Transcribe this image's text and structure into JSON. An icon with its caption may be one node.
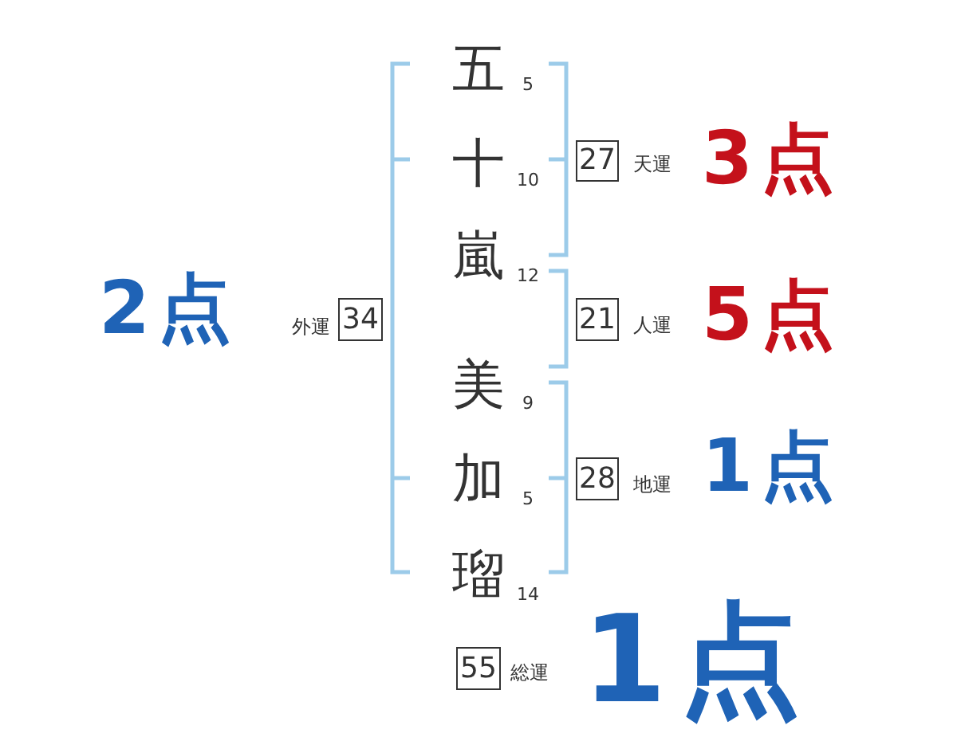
{
  "diagram": {
    "nodes": [
      {
        "text": [
          "27"
        ],
        "beside": [
          "天運",
          "3点"
        ]
      },
      {
        "text": [
          "34"
        ],
        "beside": [
          "外運",
          "2点"
        ]
      },
      {
        "text": [
          "21"
        ],
        "beside": [
          "人運",
          "5点"
        ]
      },
      {
        "text": [
          "28"
        ],
        "beside": [
          "地運",
          "1点"
        ]
      },
      {
        "text": [
          "55"
        ],
        "beside": [
          "総運",
          "1点"
        ]
      }
    ],
    "labels": [
      "五",
      "5",
      "十",
      "10",
      "嵐",
      "12",
      "美",
      "9",
      "加",
      "5",
      "瑠",
      "14"
    ]
  }
}
